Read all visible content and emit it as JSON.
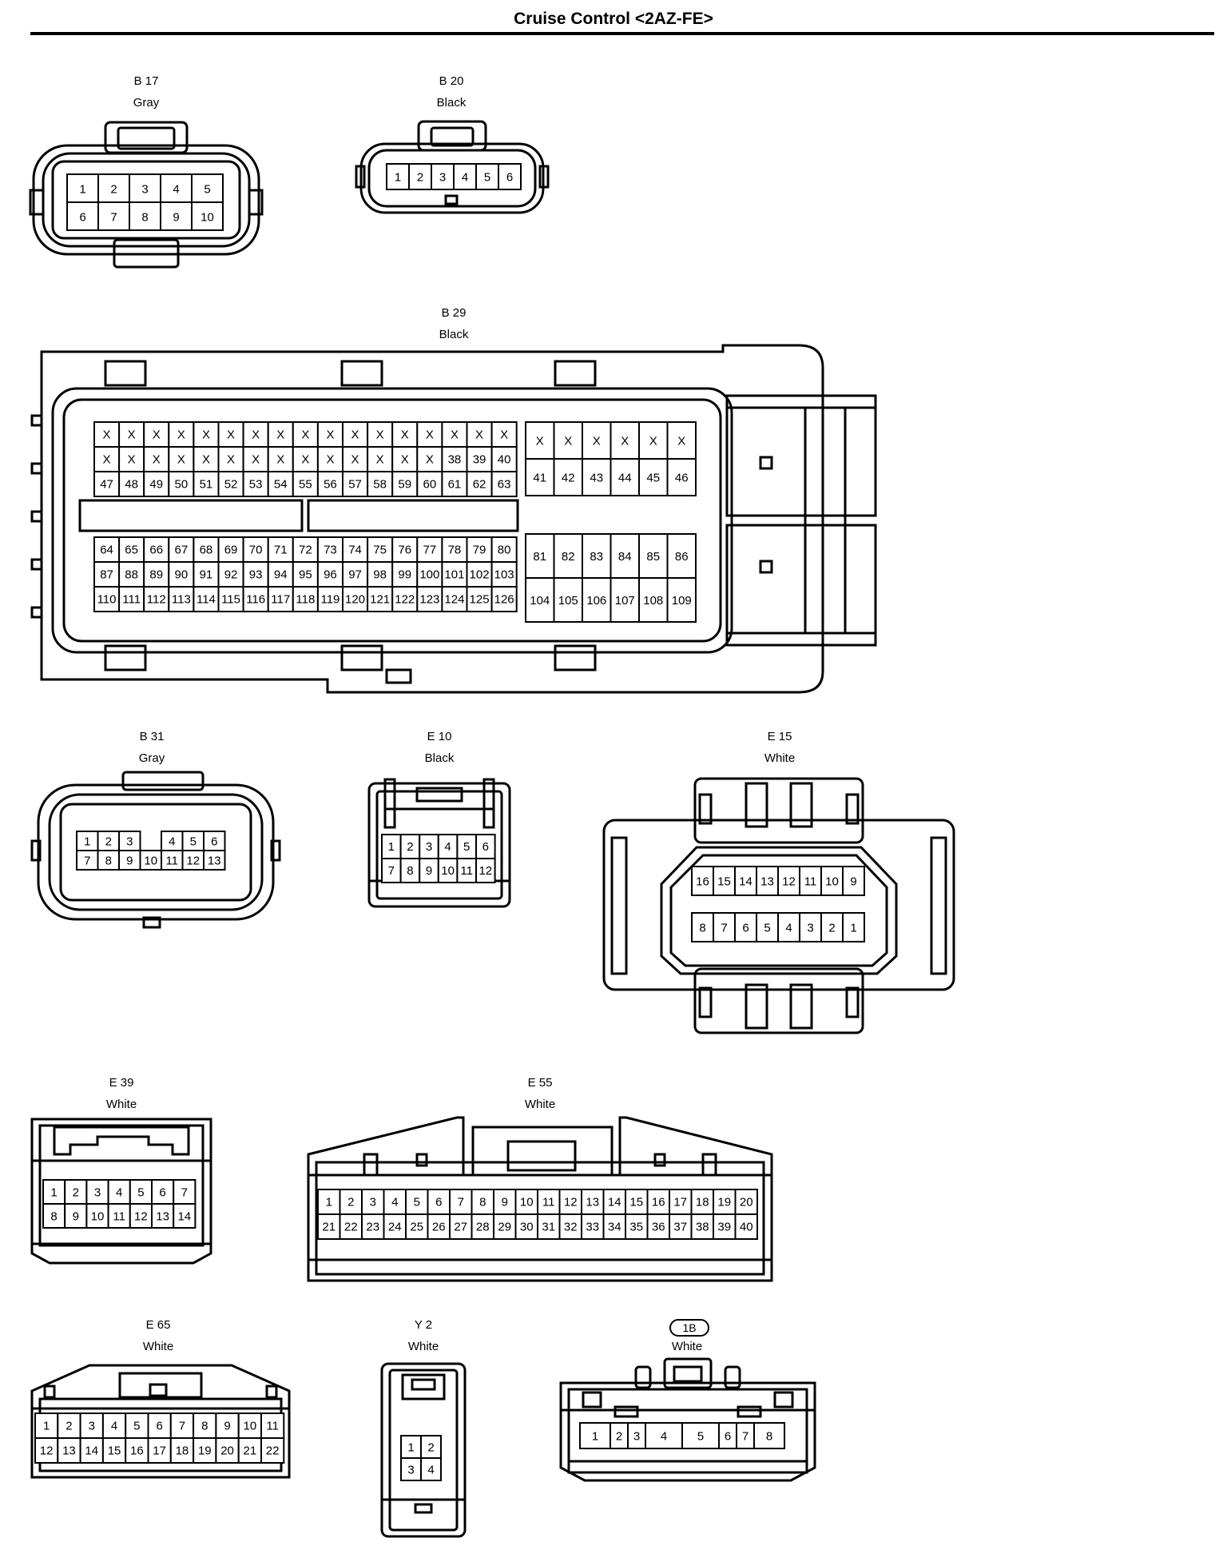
{
  "title": "Cruise Control <2AZ-FE>",
  "connectors": [
    {
      "id": "B 17",
      "color": "Gray",
      "rows": [
        [
          "1",
          "2",
          "3",
          "4",
          "5"
        ],
        [
          "6",
          "7",
          "8",
          "9",
          "10"
        ]
      ]
    },
    {
      "id": "B 20",
      "color": "Black",
      "rows": [
        [
          "1",
          "2",
          "3",
          "4",
          "5",
          "6"
        ]
      ]
    },
    {
      "id": "B 29",
      "color": "Black",
      "left_rows": [
        [
          "X",
          "X",
          "X",
          "X",
          "X",
          "X",
          "X",
          "X",
          "X",
          "X",
          "X",
          "X",
          "X",
          "X",
          "X",
          "X",
          "X"
        ],
        [
          "X",
          "X",
          "X",
          "X",
          "X",
          "X",
          "X",
          "X",
          "X",
          "X",
          "X",
          "X",
          "X",
          "X",
          "38",
          "39",
          "40"
        ],
        [
          "47",
          "48",
          "49",
          "50",
          "51",
          "52",
          "53",
          "54",
          "55",
          "56",
          "57",
          "58",
          "59",
          "60",
          "61",
          "62",
          "63"
        ],
        [
          "64",
          "65",
          "66",
          "67",
          "68",
          "69",
          "70",
          "71",
          "72",
          "73",
          "74",
          "75",
          "76",
          "77",
          "78",
          "79",
          "80"
        ],
        [
          "87",
          "88",
          "89",
          "90",
          "91",
          "92",
          "93",
          "94",
          "95",
          "96",
          "97",
          "98",
          "99",
          "100",
          "101",
          "102",
          "103"
        ],
        [
          "110",
          "111",
          "112",
          "113",
          "114",
          "115",
          "116",
          "117",
          "118",
          "119",
          "120",
          "121",
          "122",
          "123",
          "124",
          "125",
          "126"
        ]
      ],
      "right_rows": [
        [
          "X",
          "X",
          "X",
          "X",
          "X",
          "X"
        ],
        [
          "41",
          "42",
          "43",
          "44",
          "45",
          "46"
        ],
        [
          "81",
          "82",
          "83",
          "84",
          "85",
          "86"
        ],
        [
          "104",
          "105",
          "106",
          "107",
          "108",
          "109"
        ]
      ]
    },
    {
      "id": "B 31",
      "color": "Gray",
      "rows": [
        [
          "1",
          "2",
          "3",
          "",
          "4",
          "5",
          "6"
        ],
        [
          "7",
          "8",
          "9",
          "10",
          "11",
          "12",
          "13"
        ]
      ]
    },
    {
      "id": "E 10",
      "color": "Black",
      "rows": [
        [
          "1",
          "2",
          "3",
          "4",
          "5",
          "6"
        ],
        [
          "7",
          "8",
          "9",
          "10",
          "11",
          "12"
        ]
      ]
    },
    {
      "id": "E 15",
      "color": "White",
      "rows": [
        [
          "16",
          "15",
          "14",
          "13",
          "12",
          "11",
          "10",
          "9"
        ],
        [
          "8",
          "7",
          "6",
          "5",
          "4",
          "3",
          "2",
          "1"
        ]
      ]
    },
    {
      "id": "E 39",
      "color": "White",
      "rows": [
        [
          "1",
          "2",
          "3",
          "4",
          "5",
          "6",
          "7"
        ],
        [
          "8",
          "9",
          "10",
          "11",
          "12",
          "13",
          "14"
        ]
      ]
    },
    {
      "id": "E 55",
      "color": "White",
      "rows": [
        [
          "1",
          "2",
          "3",
          "4",
          "5",
          "6",
          "7",
          "8",
          "9",
          "10",
          "11",
          "12",
          "13",
          "14",
          "15",
          "16",
          "17",
          "18",
          "19",
          "20"
        ],
        [
          "21",
          "22",
          "23",
          "24",
          "25",
          "26",
          "27",
          "28",
          "29",
          "30",
          "31",
          "32",
          "33",
          "34",
          "35",
          "36",
          "37",
          "38",
          "39",
          "40"
        ]
      ]
    },
    {
      "id": "E 65",
      "color": "White",
      "rows": [
        [
          "1",
          "2",
          "3",
          "4",
          "5",
          "6",
          "7",
          "8",
          "9",
          "10",
          "11"
        ],
        [
          "12",
          "13",
          "14",
          "15",
          "16",
          "17",
          "18",
          "19",
          "20",
          "21",
          "22"
        ]
      ]
    },
    {
      "id": "Y 2",
      "color": "White",
      "rows": [
        [
          "1",
          "2"
        ],
        [
          "3",
          "4"
        ]
      ]
    },
    {
      "id": "1B",
      "color": "White",
      "rows": [
        [
          "1",
          "2",
          "3",
          "4",
          "5",
          "6",
          "7",
          "8"
        ]
      ]
    }
  ]
}
